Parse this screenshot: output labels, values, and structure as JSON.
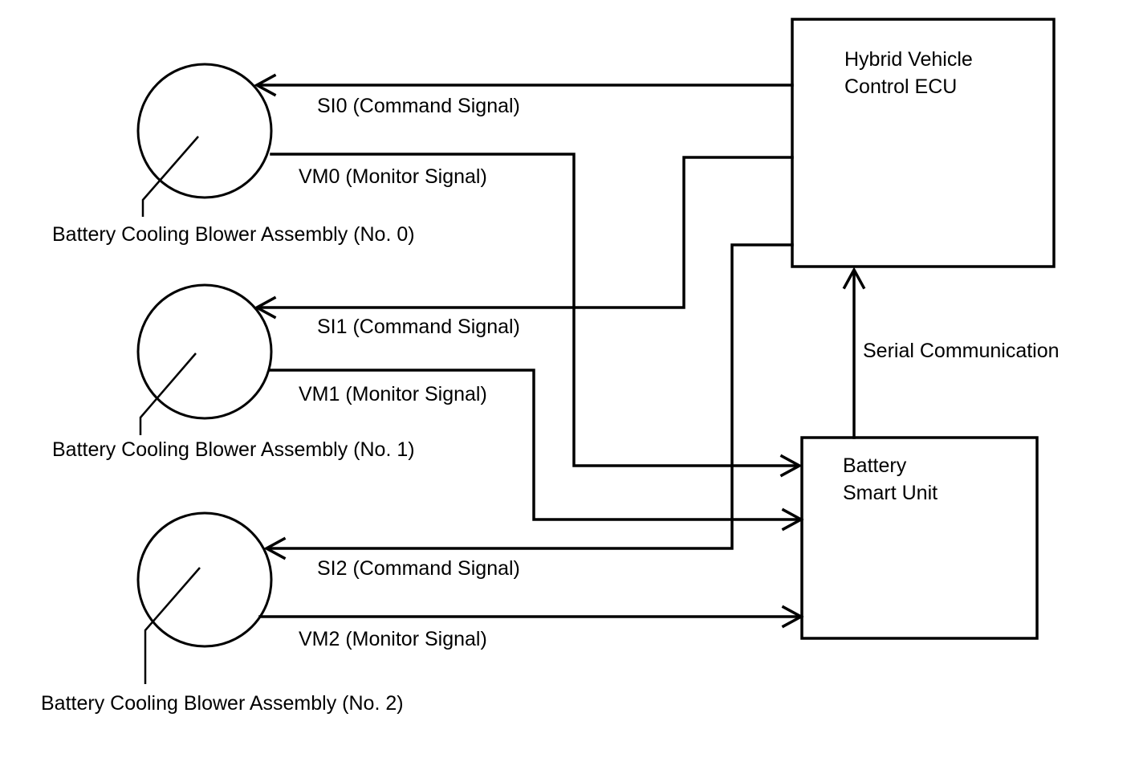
{
  "components": {
    "ecu": {
      "line1": "Hybrid Vehicle",
      "line2": "Control ECU"
    },
    "smart_unit": {
      "line1": "Battery",
      "line2": "Smart Unit"
    },
    "blowers": [
      {
        "label": "Battery Cooling Blower Assembly (No. 0)"
      },
      {
        "label": "Battery Cooling Blower Assembly (No. 1)"
      },
      {
        "label": "Battery Cooling Blower Assembly (No. 2)"
      }
    ]
  },
  "signals": {
    "si0": "SI0 (Command Signal)",
    "vm0": "VM0 (Monitor Signal)",
    "si1": "SI1 (Command Signal)",
    "vm1": "VM1 (Monitor Signal)",
    "si2": "SI2 (Command Signal)",
    "vm2": "VM2 (Monitor Signal)",
    "serial": "Serial Communication"
  },
  "colors": {
    "line": "#000000",
    "background": "#ffffff"
  }
}
